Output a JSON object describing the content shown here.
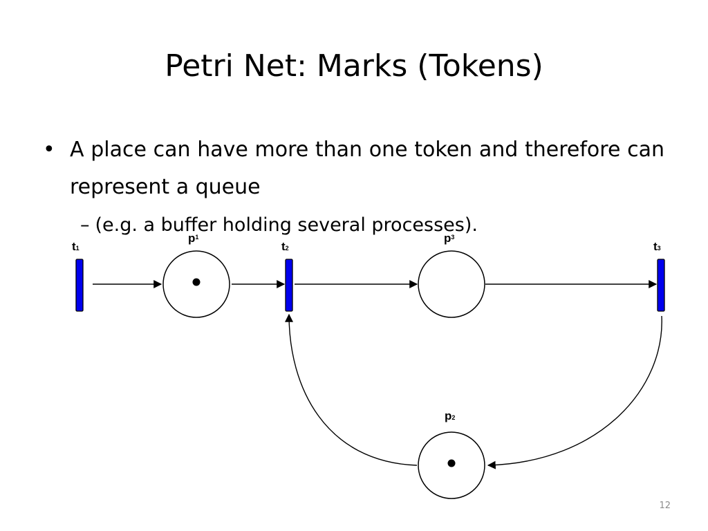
{
  "slide": {
    "title": "Petri Net: Marks (Tokens)",
    "bullet_mark": "•",
    "bullet": "A place can have more than one token and therefore can represent a queue",
    "sub_dash": "–",
    "sub_bullet": "(e.g. a buffer holding several processes).",
    "page_number": "12"
  },
  "diagram": {
    "transition_color": "#0000ee",
    "transitions": [
      {
        "id": "t1",
        "letter": "t",
        "subscript": "1"
      },
      {
        "id": "t2",
        "letter": "t",
        "subscript": "2"
      },
      {
        "id": "t3",
        "letter": "t",
        "subscript": "3"
      }
    ],
    "places": [
      {
        "id": "p1",
        "letter": "p",
        "subscript": "1",
        "tokens": 1
      },
      {
        "id": "p3",
        "letter": "p",
        "subscript": "3",
        "tokens": 0
      },
      {
        "id": "p2",
        "letter": "p",
        "subscript": "2",
        "tokens": 1
      }
    ],
    "arcs": [
      {
        "from": "t1",
        "to": "p1"
      },
      {
        "from": "p1",
        "to": "t2"
      },
      {
        "from": "t2",
        "to": "p3"
      },
      {
        "from": "p3",
        "to": "t3"
      },
      {
        "from": "t3",
        "to": "p2"
      },
      {
        "from": "p2",
        "to": "t2"
      }
    ]
  }
}
